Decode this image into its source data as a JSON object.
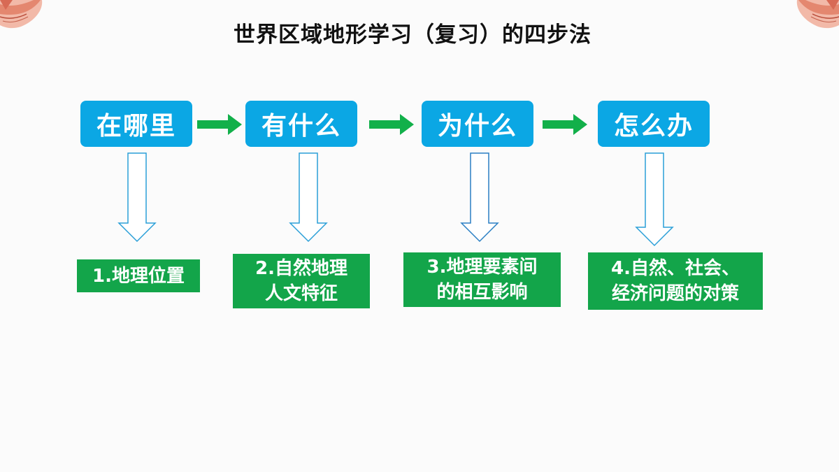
{
  "title": "世界区域地形学习（复习）的四步法",
  "steps": [
    {
      "label": "在哪里"
    },
    {
      "label": "有什么"
    },
    {
      "label": "为什么"
    },
    {
      "label": "怎么办"
    }
  ],
  "descriptions": [
    {
      "lines": [
        "1.地理位置"
      ]
    },
    {
      "lines": [
        "2.自然地理",
        "人文特征"
      ]
    },
    {
      "lines": [
        "3.地理要素间",
        "的相互影响"
      ]
    },
    {
      "lines": [
        "4.自然、社会、",
        "经济问题的对策"
      ]
    }
  ],
  "colors": {
    "step_box": "#0ba7e4",
    "horizontal_arrow": "#12b04a",
    "down_arrow_outline": "#2a9fd8",
    "desc_box": "#13a54a"
  }
}
